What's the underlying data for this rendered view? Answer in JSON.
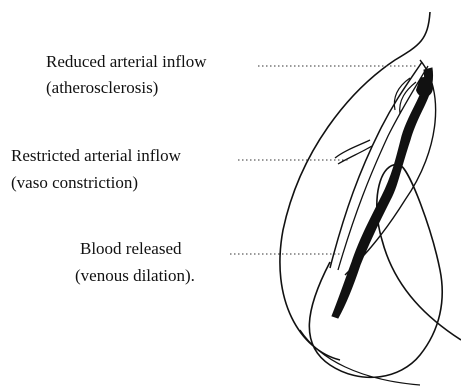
{
  "labels": {
    "reduced_title": "Reduced arterial inflow",
    "reduced_note": "(atherosclerosis)",
    "restricted_title": "Restricted arterial inflow",
    "restricted_note": "(vaso constriction)",
    "released_title": "Blood released",
    "released_note": "(venous dilation)."
  },
  "colors": {
    "ink": "#111111",
    "background": "#ffffff"
  }
}
